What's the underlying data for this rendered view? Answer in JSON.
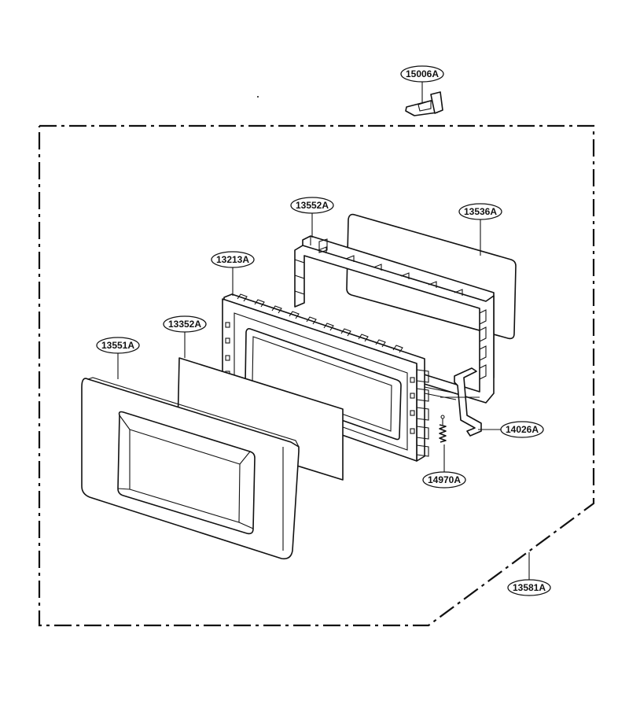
{
  "diagram": {
    "assembly_border_label": "13581A",
    "parts": [
      {
        "key": "hinge",
        "label": "15006A"
      },
      {
        "key": "door_frame",
        "label": "13552A"
      },
      {
        "key": "window_panel",
        "label": "13536A"
      },
      {
        "key": "door_inner",
        "label": "13213A"
      },
      {
        "key": "screen",
        "label": "13352A"
      },
      {
        "key": "door_front",
        "label": "13551A"
      },
      {
        "key": "latch",
        "label": "14026A"
      },
      {
        "key": "spring",
        "label": "14970A"
      }
    ]
  }
}
